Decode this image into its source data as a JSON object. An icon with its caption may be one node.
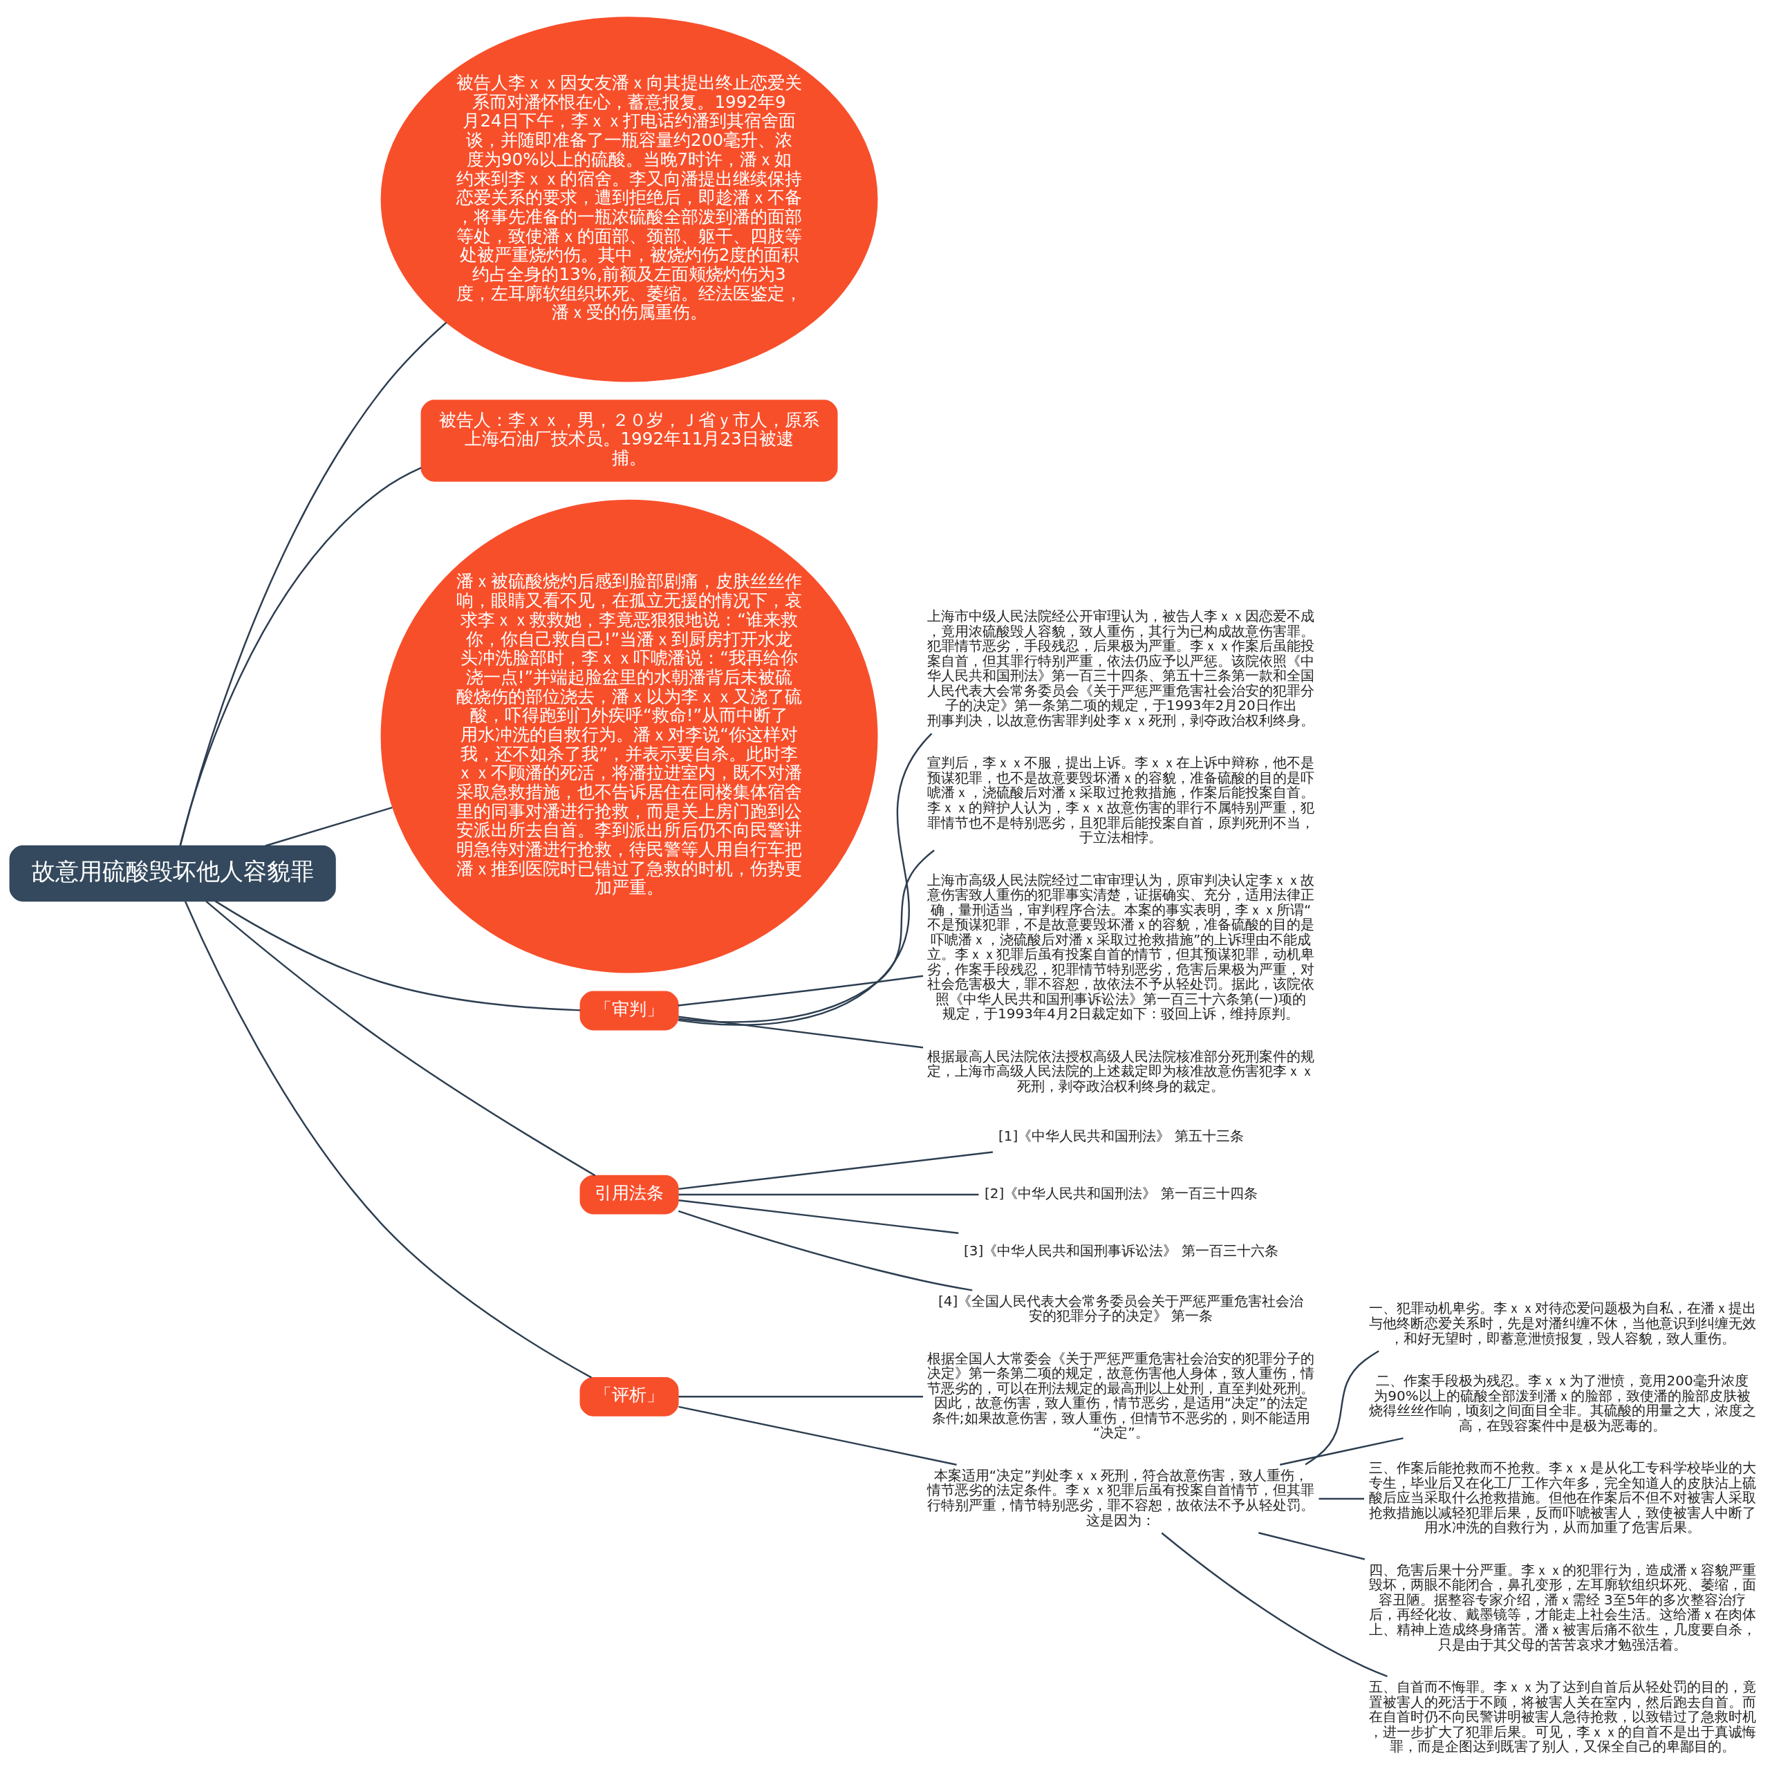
{
  "diagram": {
    "nodes": [
      {
        "text": [
          "故意用硫酸毁坏他人容貌罪"
        ]
      },
      {
        "text": [
          "被告人李ｘｘ因女友潘ｘ向其提出终止恋爱关系而对潘怀恨在心，蓄意报复。1992年9月24日下午，李ｘｘ打电话约潘到其宿舍面谈，并随即准备了一瓶容量约200毫升、浓度为90%以上的硫酸。当晚7时许，潘ｘ如约来到李ｘｘ的宿舍。李又向潘提出继续保持恋爱关系的要求，遭到拒绝后，即趁潘ｘ不备，将事先准备的一瓶浓硫酸全部泼到潘的面部等处，致使潘ｘ的面部、颈部、躯干、四肢等处被严重烧灼伤。其中，被烧灼伤2度的面积约占全身的13%,前额及左面颊烧灼伤为3度，左耳廓软组织坏死、萎缩。经法医鉴定，潘ｘ受的伤属重伤。"
        ]
      },
      {
        "text": [
          "被告人：李ｘｘ，男，２０岁，Ｊ省ｙ市人，原系上海石油厂技术员。1992年11月23日被逮捕。"
        ]
      },
      {
        "text": [
          "潘ｘ被硫酸烧灼后感到脸部剧痛，皮肤丝丝作响，眼睛又看不见，在孤立无援的情况下，哀求李ｘｘ救救她，李竟恶狠狠地说：“谁来救你，你自己救自己!”当潘ｘ到厨房打开水龙头冲洗脸部时，李ｘｘ吓唬潘说：“我再给你浇一点!”并端起脸盆里的水朝潘背后未被硫酸烧伤的部位浇去，潘ｘ以为李ｘｘ又浇了硫酸，吓得跑到门外疾呼“救命!”从而中断了用水冲洗的自救行为。潘ｘ对李说“你这样对我，还不如杀了我”，并表示要自杀。此时李ｘｘ不顾潘的死活，将潘拉进室内，既不对潘采取急救措施，也不告诉居住在同楼集体宿舍里的同事对潘进行抢救，而是关上房门跑到公安派出所去自首。李到派出所后仍不向民警讲明急待对潘进行抢救，待民警等人用自行车把潘ｘ推到医院时已错过了急救的时机，伤势更加严重。"
        ]
      },
      {
        "text": [
          "「审判」"
        ]
      },
      {
        "text": [
          "上海市中级人民法院经公开审理认为，被告人李ｘｘ因恋爱不成，竟用浓硫酸毁人容貌，致人重伤，其行为已构成故意伤害罪。犯罪情节恶劣，手段残忍，后果极为严重。李ｘｘ作案后虽能投案自首，但其罪行特别严重，依法仍应予以严惩。该院依照《中华人民共和国刑法》第一百三十四条、第五十三条第一款和全国人民代表大会常务委员会《关于严惩严重危害社会治安的犯罪分子的决定》第一条第二项的规定，于1993年2月20日作出刑事判决，以故意伤害罪判处李ｘｘ死刑，剥夺政治权利终身。"
        ]
      },
      {
        "text": [
          "宣判后，李ｘｘ不服，提出上诉。李ｘｘ在上诉中辩称，他不是预谋犯罪，也不是故意要毁坏潘ｘ的容貌，准备硫酸的目的是吓唬潘ｘ，浇硫酸后对潘ｘ采取过抢救措施，作案后能投案自首。李ｘｘ的辩护人认为，李ｘｘ故意伤害的罪行不属特别严重，犯罪情节也不是特别恶劣，且犯罪后能投案自首，原判死刑不当，于立法相悖。"
        ]
      },
      {
        "text": [
          "上海市高级人民法院经过二审审理认为，原审判决认定李ｘｘ故意伤害致人重伤的犯罪事实清楚，证据确实、充分，适用法律正确，量刑适当，审判程序合法。本案的事实表明，李ｘｘ所谓“不是预谋犯罪，不是故意要毁坏潘ｘ的容貌，准备硫酸的目的是吓唬潘ｘ，浇硫酸后对潘ｘ采取过抢救措施”的上诉理由不能成立。李ｘｘ犯罪后虽有投案自首的情节，但其预谋犯罪，动机卑劣，作案手段残忍，犯罪情节特别恶劣，危害后果极为严重，对社会危害极大，罪不容恕，故依法不予从轻处罚。据此，该院依照《中华人民共和国刑事诉讼法》第一百三十六条第(一)项的规定，于1993年4月2日裁定如下：驳回上诉，维持原判。"
        ]
      },
      {
        "text": [
          "根据最高人民法院依法授权高级人民法院核准部分死刑案件的规定，上海市高级人民法院的上述裁定即为核准故意伤害犯李ｘｘ死刑，剥夺政治权利终身的裁定。"
        ]
      },
      {
        "text": [
          "引用法条"
        ]
      },
      {
        "text": [
          "[1]《中华人民共和国刑法》 第五十三条"
        ]
      },
      {
        "text": [
          "[2]《中华人民共和国刑法》 第一百三十四条"
        ]
      },
      {
        "text": [
          "[3]《中华人民共和国刑事诉讼法》 第一百三十六条"
        ]
      },
      {
        "text": [
          "[4]《全国人民代表大会常务委员会关于严惩严重危害社会治安的犯罪分子的决定》 第一条"
        ]
      },
      {
        "text": [
          "「评析」"
        ]
      },
      {
        "text": [
          "根据全国人大常委会《关于严惩严重危害社会治安的犯罪分子的决定》第一条第二项的规定，故意伤害他人身体，致人重伤，情节恶劣的，可以在刑法规定的最高刑以上处刑，直至判处死刑。因此，故意伤害，致人重伤，情节恶劣，是适用“决定”的法定条件;如果故意伤害，致人重伤，但情节不恶劣的，则不能适用“决定”。"
        ]
      },
      {
        "text": [
          "本案适用“决定”判处李ｘｘ死刑，符合故意伤害，致人重伤，情节恶劣的法定条件。李ｘｘ犯罪后虽有投案自首情节，但其罪行特别严重，情节特别恶劣，罪不容恕，故依法不予从轻处罚。这是因为："
        ]
      },
      {
        "text": [
          "一、犯罪动机卑劣。李ｘｘ对待恋爱问题极为自私，在潘ｘ提出与他终断恋爱关系时，先是对潘纠缠不休，当他意识到纠缠无效，和好无望时，即蓄意泄愤报复，毁人容貌，致人重伤。"
        ]
      },
      {
        "text": [
          "二、作案手段极为残忍。李ｘｘ为了泄愤，竟用200毫升浓度为90%以上的硫酸全部泼到潘ｘ的脸部，致使潘的脸部皮肤被烧得丝丝作响，顷刻之间面目全非。其硫酸的用量之大，浓度之高，在毁容案件中是极为恶毒的。"
        ]
      },
      {
        "text": [
          "三、作案后能抢救而不抢救。李ｘｘ是从化工专科学校毕业的大专生，毕业后又在化工厂工作六年多，完全知道人的皮肤沾上硫酸后应当采取什么抢救措施。但他在作案后不但不对被害人采取抢救措施以减轻犯罪后果，反而吓唬被害人，致使被害人中断了用水冲洗的自救行为，从而加重了危害后果。"
        ]
      },
      {
        "text": [
          "四、危害后果十分严重。李ｘｘ的犯罪行为，造成潘ｘ容貌严重毁坏，两眼不能闭合，鼻孔变形，左耳廓软组织坏死、萎缩，面容丑陋。据整容专家介绍，潘ｘ需经 3至5年的多次整容治疗后，再经化妆、戴墨镜等，才能走上社会生活。这给潘ｘ在肉体上、精神上造成终身痛苦。潘ｘ被害后痛不欲生，几度要自杀，只是由于其父母的苦苦哀求才勉强活着。"
        ]
      },
      {
        "text": [
          "五、自首而不悔罪。李ｘｘ为了达到自首后从轻处罚的目的，竟置被害人的死活于不顾，将被害人关在室内，然后跑去自首。而在自首时仍不向民警讲明被害人急待抢救，以致错过了急救时机，进一步扩大了犯罪后果。可见，李ｘｘ的自首不是出于真诚悔罪，而是企图达到既害了别人，又保全自己的卑鄙目的。"
        ]
      }
    ],
    "edges": [
      {
        "from": 0,
        "to": 1,
        "arrow": "none"
      },
      {
        "from": 0,
        "to": 2,
        "arrow": "none"
      },
      {
        "from": 0,
        "to": 3,
        "arrow": "none"
      },
      {
        "from": 0,
        "to": 4,
        "arrow": "none"
      },
      {
        "from": 4,
        "to": 5,
        "arrow": "none"
      },
      {
        "from": 4,
        "to": 6,
        "arrow": "none"
      },
      {
        "from": 4,
        "to": 7,
        "arrow": "none"
      },
      {
        "from": 4,
        "to": 8,
        "arrow": "none"
      },
      {
        "from": 0,
        "to": 9,
        "arrow": "none"
      },
      {
        "from": 9,
        "to": 10,
        "arrow": "none"
      },
      {
        "from": 9,
        "to": 11,
        "arrow": "none"
      },
      {
        "from": 9,
        "to": 12,
        "arrow": "none"
      },
      {
        "from": 9,
        "to": 13,
        "arrow": "none"
      },
      {
        "from": 0,
        "to": 14,
        "arrow": "none"
      },
      {
        "from": 14,
        "to": 15,
        "arrow": "none"
      },
      {
        "from": 14,
        "to": 16,
        "arrow": "none"
      },
      {
        "from": 16,
        "to": 17,
        "arrow": "none"
      },
      {
        "from": 16,
        "to": 18,
        "arrow": "none"
      },
      {
        "from": 16,
        "to": 19,
        "arrow": "none"
      },
      {
        "from": 16,
        "to": 20,
        "arrow": "none"
      },
      {
        "from": 16,
        "to": 21,
        "arrow": "none"
      }
    ]
  }
}
